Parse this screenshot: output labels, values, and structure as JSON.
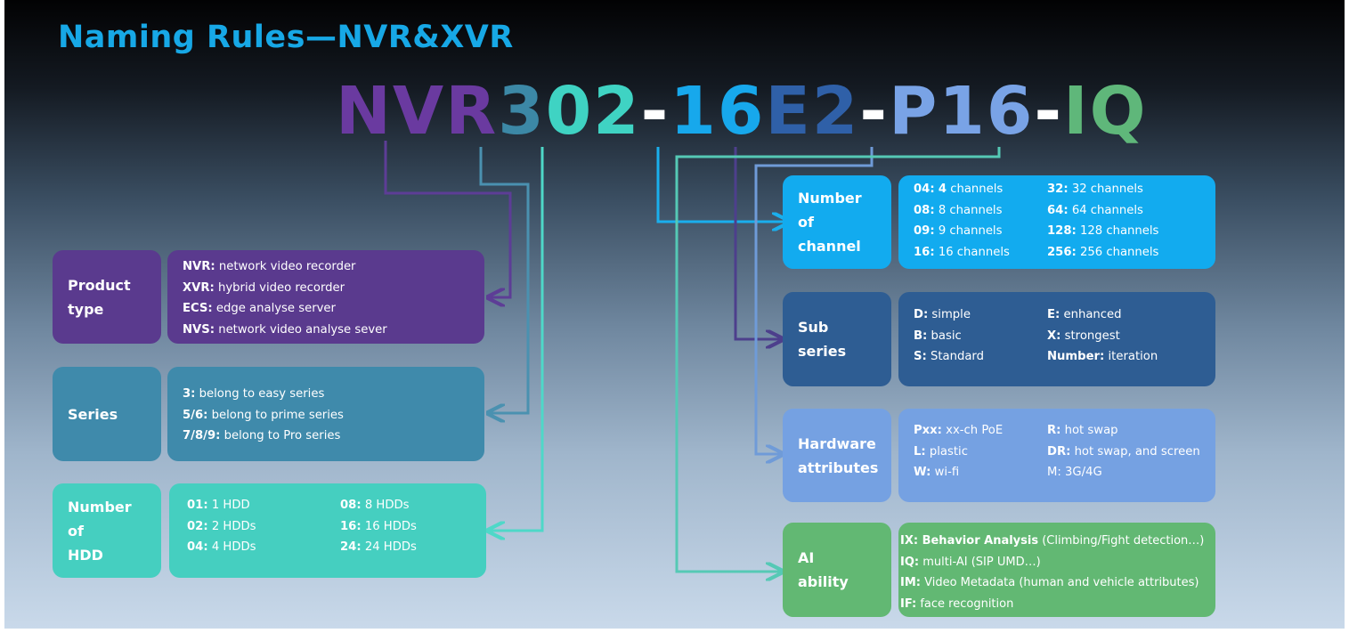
{
  "title": "Naming Rules—NVR&XVR",
  "code": [
    {
      "text": "NVR",
      "color": "#6a3aa0"
    },
    {
      "text": "3",
      "color": "#3c88a6"
    },
    {
      "text": "02",
      "color": "#3fd3c3"
    },
    {
      "text": "-",
      "color": "#ffffff"
    },
    {
      "text": "16",
      "color": "#17a8ec"
    },
    {
      "text": "E2",
      "color": "#2f60a8"
    },
    {
      "text": "-",
      "color": "#ffffff"
    },
    {
      "text": "P16",
      "color": "#79a3e6"
    },
    {
      "text": "-",
      "color": "#ffffff"
    },
    {
      "text": "IQ",
      "color": "#5fb77a"
    }
  ],
  "left": {
    "product_type": {
      "label": [
        "Product",
        "type"
      ],
      "items": [
        {
          "key": "NVR:",
          "text": " network video recorder"
        },
        {
          "key": "XVR:",
          "text": " hybrid video recorder"
        },
        {
          "key": "ECS:",
          "text": " edge analyse server"
        },
        {
          "key": "NVS:",
          "text": " network video analyse sever"
        }
      ]
    },
    "series": {
      "label": [
        "Series"
      ],
      "items": [
        {
          "key": "3:",
          "text": " belong to easy series"
        },
        {
          "key": "5/6:",
          "text": " belong to prime series"
        },
        {
          "key": "7/8/9:",
          "text": " belong to Pro series"
        }
      ]
    },
    "hdd": {
      "label": [
        "Number",
        "of",
        "HDD"
      ],
      "col1": [
        {
          "key": "01:",
          "text": " 1 HDD"
        },
        {
          "key": "02:",
          "text": " 2 HDDs"
        },
        {
          "key": "04:",
          "text": " 4 HDDs"
        }
      ],
      "col2": [
        {
          "key": "08:",
          "text": " 8 HDDs"
        },
        {
          "key": "16:",
          "text": " 16 HDDs"
        },
        {
          "key": "24:",
          "text": " 24 HDDs"
        }
      ]
    }
  },
  "right": {
    "channel": {
      "label": [
        "Number",
        "of",
        "channel"
      ],
      "col1": [
        {
          "key": "04:",
          "text": " ",
          "b2": "4",
          "t2": " channels"
        },
        {
          "key": "08:",
          "text": " 8 channels"
        },
        {
          "key": "09:",
          "text": " 9 channels"
        },
        {
          "key": "16:",
          "text": " 16 channels"
        }
      ],
      "col2": [
        {
          "key": "32:",
          "text": " 32 channels"
        },
        {
          "key": "64:",
          "text": " 64 channels"
        },
        {
          "key": "128:",
          "text": " 128 channels"
        },
        {
          "key": "256:",
          "text": " 256 channels"
        }
      ]
    },
    "sub_series": {
      "label": [
        "Sub",
        "series"
      ],
      "col1": [
        {
          "key": "D:",
          "text": " simple"
        },
        {
          "key": "B:",
          "text": " basic"
        },
        {
          "key": "S:",
          "text": " Standard"
        }
      ],
      "col2": [
        {
          "key": "E:",
          "text": " enhanced"
        },
        {
          "key": "X:",
          "text": " strongest"
        },
        {
          "key": "Number:",
          "text": " iteration"
        }
      ]
    },
    "hardware": {
      "label": [
        "Hardware",
        "attributes"
      ],
      "col1": [
        {
          "key": "Pxx:",
          "text": " xx-ch PoE"
        },
        {
          "key": "L:",
          "text": " plastic"
        },
        {
          "key": "W:",
          "text": " wi-fi"
        }
      ],
      "col2": [
        {
          "key": "R:",
          "text": " hot swap"
        },
        {
          "key": "DR:",
          "text": " hot swap, and screen"
        },
        {
          "key": "",
          "text": "M: 3G/4G"
        }
      ]
    },
    "ai": {
      "label": [
        "AI",
        "ability"
      ],
      "items": [
        {
          "key": "IX: Behavior Analysis",
          "text": " (Climbing/Fight detection…)"
        },
        {
          "key": "IQ:",
          "text": " multi-AI (SIP UMD…)"
        },
        {
          "key": "IM:",
          "text": " Video Metadata (human and vehicle attributes)"
        },
        {
          "key": "IF:",
          "text": " face recognition"
        }
      ]
    }
  },
  "colors": {
    "product_type": "#5a3a8e",
    "series": "#3f8aab",
    "hdd": "#45cfc0",
    "channel": "#12abef",
    "sub_series": "#2e5d93",
    "hardware": "#75a1e2",
    "ai": "#62b873"
  }
}
